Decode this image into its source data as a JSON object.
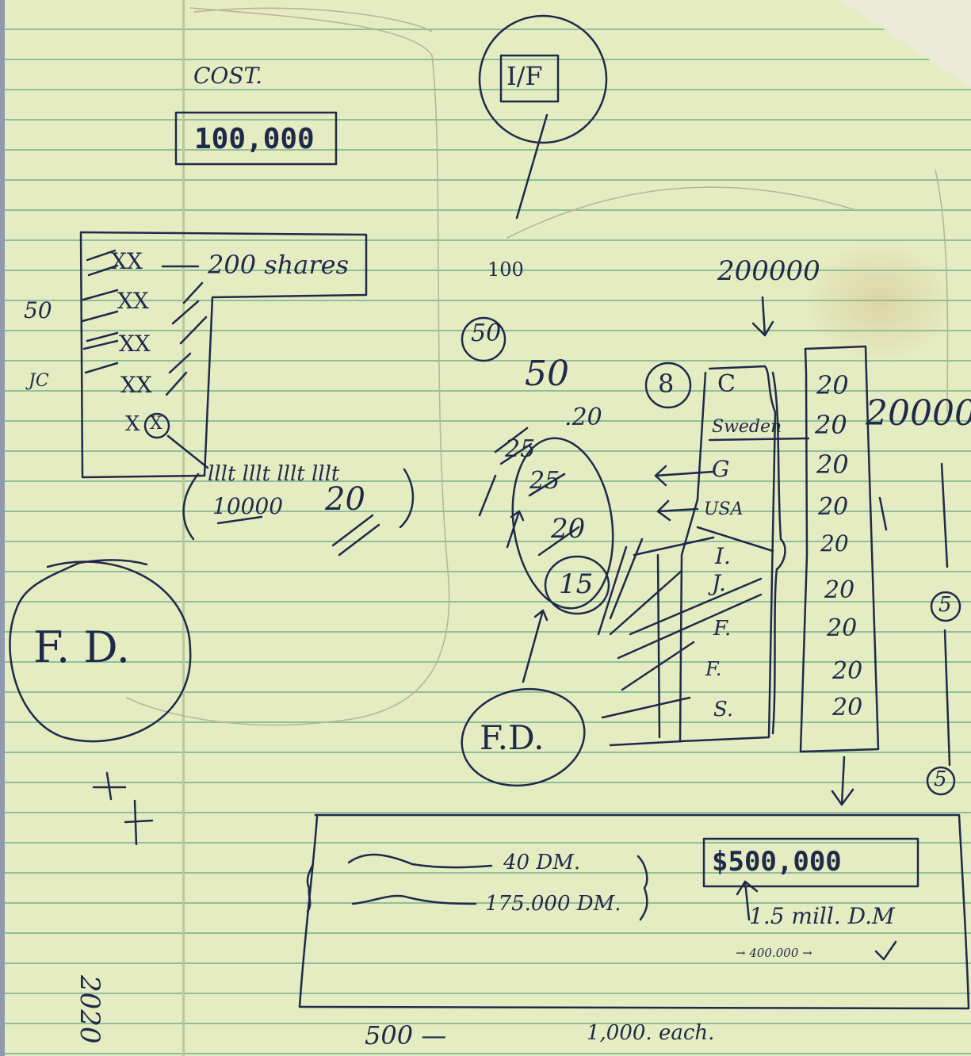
{
  "sheet": {
    "cost_label": "COST.",
    "cost_value": "100,000",
    "top_circle_label": "I/F",
    "left_block": {
      "rows": [
        "XX",
        "XX",
        "XX",
        "XX",
        "X"
      ],
      "circled_mark": "X",
      "shares_label": "200 shares",
      "side_note_1": "50",
      "side_note_2": "JC",
      "tally": "lllt lllt lllt lllt",
      "tally_values": [
        "10000",
        "20"
      ]
    },
    "fd_circle_left": "F. D.",
    "center_column": {
      "top_value": "100",
      "circled_value": "50",
      "value_50": "50",
      "slash_value": ".20",
      "oval_values": [
        "25",
        "20",
        "15"
      ],
      "left_25": "25"
    },
    "fd_circle_bottom": "F.D.",
    "countries_header": "200000",
    "countries_circle": "8",
    "countries": [
      "C",
      "Sweden",
      "G",
      "USA",
      "I.",
      "J.",
      "F.",
      "F.",
      "S."
    ],
    "amounts_column": [
      "20",
      "20",
      "20",
      "20",
      "20",
      "20",
      "20",
      "20",
      "20"
    ],
    "amount_side": "20000",
    "right_circles": [
      "5",
      "5"
    ],
    "bottom_box": {
      "line1": "40 DM.",
      "line2": "175.000 DM.",
      "big_amount": "$500,000",
      "sub_amount": "1.5 mill. D.M",
      "arrow_amount": "→ 400.000 →"
    },
    "footer_note_left": "500 —",
    "footer_note_right": "1,000. each.",
    "margin_marks": [
      "+",
      "+"
    ],
    "rotated_note": "2020"
  }
}
